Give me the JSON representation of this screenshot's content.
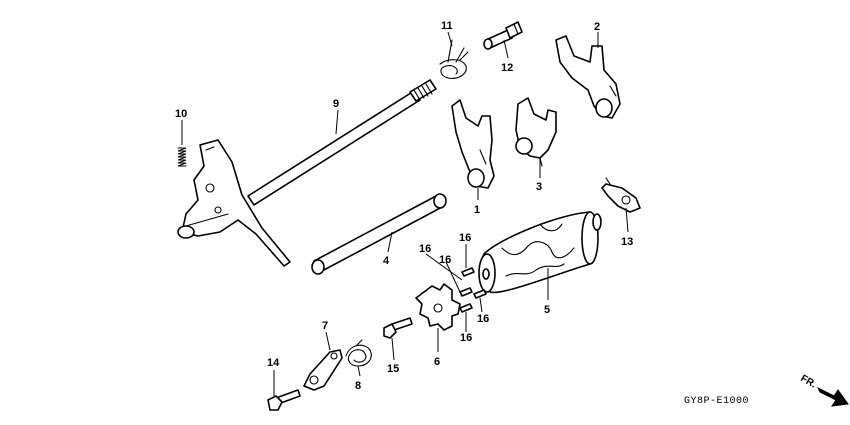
{
  "diagram": {
    "callouts": {
      "c1": "1",
      "c2": "2",
      "c3": "3",
      "c4": "4",
      "c5": "5",
      "c6": "6",
      "c7": "7",
      "c8": "8",
      "c9": "9",
      "c10": "10",
      "c11": "11",
      "c12": "12",
      "c13": "13",
      "c14": "14",
      "c15": "15",
      "c16a": "16",
      "c16b": "16",
      "c16c": "16",
      "c16d": "16",
      "c16e": "16"
    },
    "drawing_code": "GY8P-E1000",
    "direction_label": "FR."
  }
}
